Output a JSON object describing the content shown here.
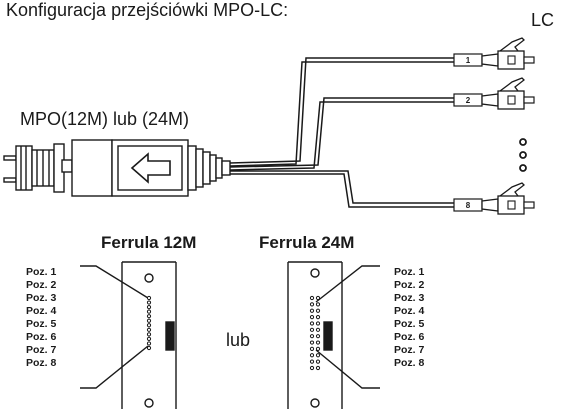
{
  "title": "Konfiguracja przejściówki MPO-LC:",
  "lc_label": "LC",
  "mpo_label": "MPO(12M) lub (24M)",
  "fibers": [
    "1",
    "2",
    "8"
  ],
  "ferrule_12m": {
    "title": "Ferrula 12M"
  },
  "ferrule_24m": {
    "title": "Ferrula 24M"
  },
  "or_label": "lub",
  "positions_left": [
    "Poz. 1",
    "Poz. 2",
    "Poz. 3",
    "Poz. 4",
    "Poz. 5",
    "Poz. 6",
    "Poz. 7",
    "Poz. 8"
  ],
  "positions_right": [
    "Poz. 1",
    "Poz. 2",
    "Poz. 3",
    "Poz. 4",
    "Poz. 5",
    "Poz. 6",
    "Poz. 7",
    "Poz. 8"
  ]
}
